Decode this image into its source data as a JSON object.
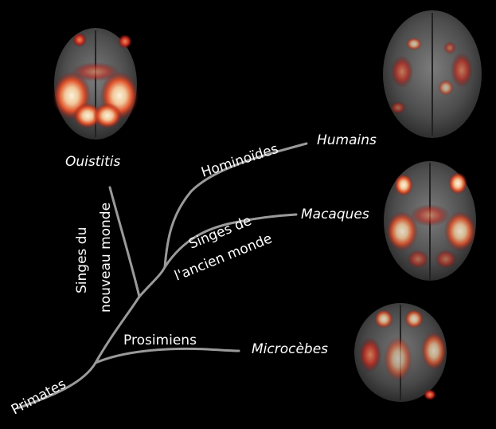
{
  "colors": {
    "background": "#000000",
    "branch": "#9a9a9a",
    "text": "#ffffff",
    "brain_tissue": "#6e6e6e",
    "activation_low": "#8a0f10",
    "activation_mid": "#e0522a",
    "activation_high": "#f3e6c8"
  },
  "labels": {
    "root": "Primates",
    "clade_prosimians": "Prosimiens",
    "clade_new_world_line1": "Singes du",
    "clade_new_world_line2": "nouveau monde",
    "clade_old_world_line1": "Singes de",
    "clade_old_world_line2": "l'ancien monde",
    "clade_hominoids": "Hominoïdes"
  },
  "species": {
    "marmoset": "Ouistitis",
    "human": "Humains",
    "macaque": "Macaques",
    "mouse_lemur": "Microcèbes"
  },
  "brains": {
    "marmoset": "marmoset-brain-activation-map",
    "human": "human-brain-activation-map",
    "macaque": "macaque-brain-activation-map",
    "mouse_lemur": "mouse-lemur-brain-activation-map"
  }
}
